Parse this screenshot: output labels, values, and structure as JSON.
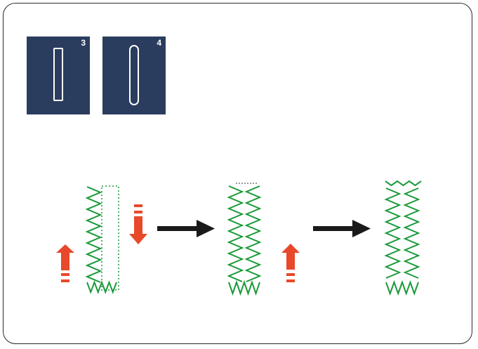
{
  "patterns": [
    {
      "number": "3",
      "icon": "square-buttonhole-icon"
    },
    {
      "number": "4",
      "icon": "rounded-buttonhole-icon"
    }
  ],
  "colors": {
    "icon_background": "#2b3d5e",
    "stitch_green": "#1a9a3a",
    "arrow_red": "#e8492a",
    "arrow_black": "#1a1a1a",
    "frame": "#2a2a2a"
  },
  "steps": [
    {
      "stage": "sew-left-side-forward",
      "arrow": "red-up-arrow"
    },
    {
      "stage": "sew-right-side-backward",
      "arrow": "red-down-arrow"
    },
    {
      "stage": "complete",
      "arrow": "none"
    }
  ]
}
